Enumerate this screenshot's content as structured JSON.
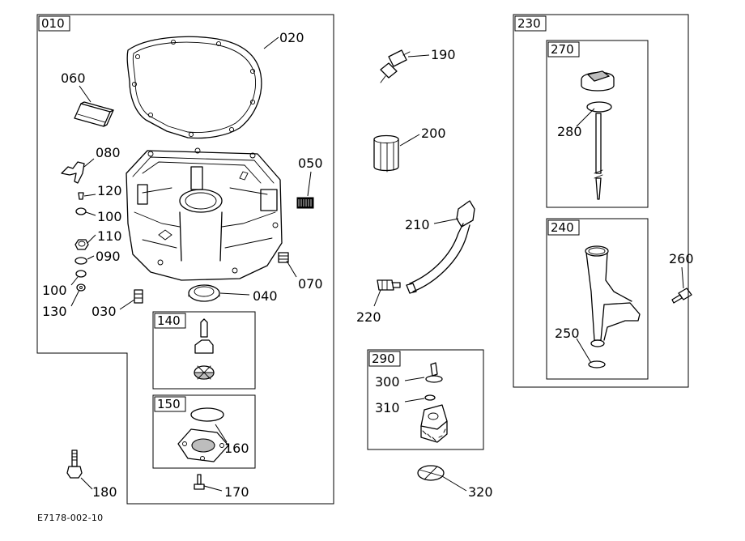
{
  "diagram": {
    "doc_code": "E7178-002-10",
    "groups": {
      "g010": "010",
      "g140": "140",
      "g150": "150",
      "g230": "230",
      "g270": "270",
      "g240": "240",
      "g290": "290"
    },
    "parts": {
      "p020": "020",
      "p060": "060",
      "p080": "080",
      "p120": "120",
      "p100a": "100",
      "p110": "110",
      "p090": "090",
      "p100b": "100",
      "p130": "130",
      "p030": "030",
      "p040": "040",
      "p050": "050",
      "p070": "070",
      "p160": "160",
      "p170": "170",
      "p180": "180",
      "p190": "190",
      "p200": "200",
      "p210": "210",
      "p220": "220",
      "p300": "300",
      "p310": "310",
      "p320": "320",
      "p280": "280",
      "p250": "250",
      "p260": "260"
    }
  }
}
